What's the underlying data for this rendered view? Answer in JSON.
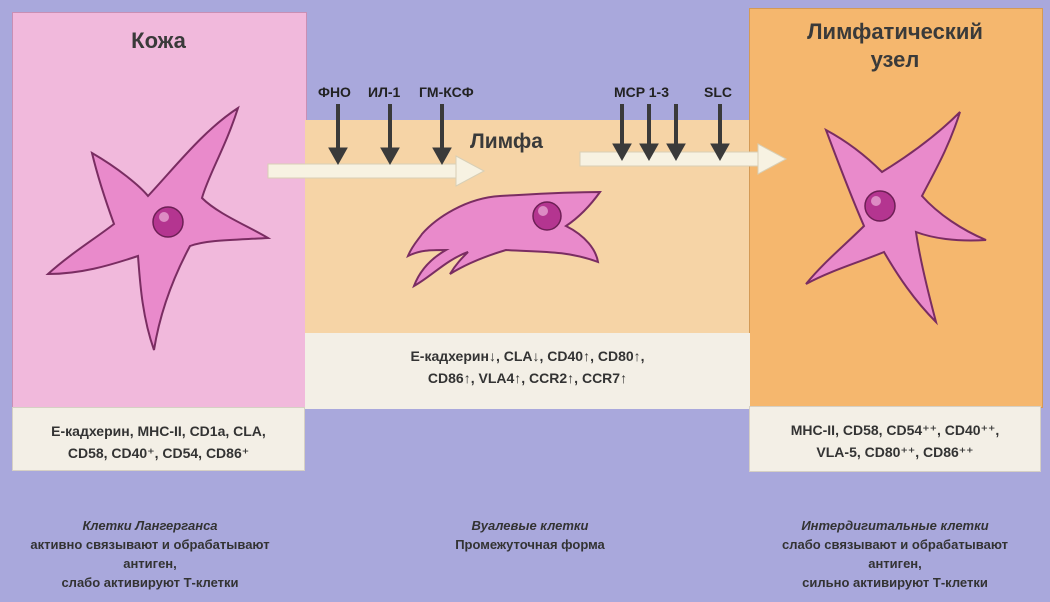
{
  "skin": {
    "title": "Кожа",
    "markers": [
      "Е-кадхерин, MHC-II, CD1a, CLA,",
      "CD58, CD40⁺, CD54, CD86⁺"
    ]
  },
  "lymph": {
    "title": "Лимфа",
    "signals_left": [
      "ФНО",
      "ИЛ-1",
      "ГМ-КСФ"
    ],
    "signals_right": [
      "MCP 1-3",
      "SLC"
    ],
    "markers": [
      "Е-кадхерин↓, CLA↓, CD40↑, CD80↑,",
      "CD86↑, VLA4↑, CCR2↑, CCR7↑"
    ]
  },
  "node": {
    "title_line1": "Лимфатический",
    "title_line2": "узел",
    "markers": [
      "MHC-II, CD58, CD54⁺⁺, CD40⁺⁺,",
      "VLA-5, CD80⁺⁺, CD86⁺⁺"
    ]
  },
  "captions": {
    "left": {
      "title": "Клетки Лангерганса",
      "lines": [
        "активно связывают и обрабатывают",
        "антиген,",
        "слабо активируют Т-клетки"
      ]
    },
    "middle": {
      "title": "Вуалевые клетки",
      "lines": [
        "Промежуточная форма"
      ]
    },
    "right": {
      "title": "Интердигитальные клетки",
      "lines": [
        "слабо связывают и обрабатывают",
        "антиген,",
        "сильно активируют Т-клетки"
      ]
    }
  },
  "colors": {
    "cell_fill": "#e98acb",
    "cell_stroke": "#7a2d62",
    "nucleus": "#b43590",
    "arrow_dark": "#3a3a3a",
    "arrow_light": "#f7f2e2"
  }
}
